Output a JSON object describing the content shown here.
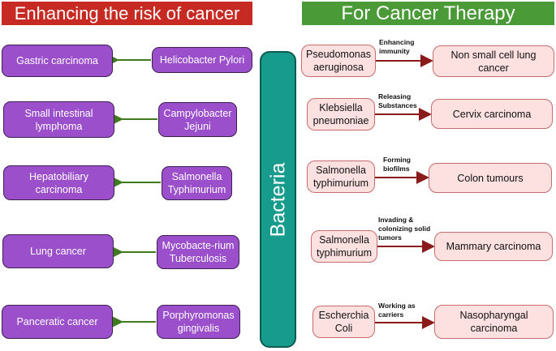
{
  "header_left": "Enhancing the risk of cancer",
  "header_right": "For Cancer Therapy",
  "center_label": "Bacteria",
  "risk": [
    {
      "cancer": "Gastric carcinoma",
      "bacterium": "Helicobacter Pylori"
    },
    {
      "cancer": "Small intestinal\nlymphoma",
      "bacterium": "Campylobacter\nJejuni"
    },
    {
      "cancer": "Hepatobiliary\ncarcinoma",
      "bacterium": "Salmonella\nTyphimurium"
    },
    {
      "cancer": "Lung cancer",
      "bacterium": "Mycobacte-rium\nTuberculosis"
    },
    {
      "cancer": "Panceratic cancer",
      "bacterium": "Porphyromonas\ngingivalis"
    }
  ],
  "therapy": [
    {
      "bacterium": "Pseudomonas\naeruginosa",
      "mechanism": "Enhancing\nimmunity",
      "cancer": "Non small cell lung\ncancer"
    },
    {
      "bacterium": "Klebsiella\npneumoniae",
      "mechanism": "Releasing\nSubstances",
      "cancer": "Cervix carcinoma"
    },
    {
      "bacterium": "Salmonella\ntyphimurium",
      "mechanism": "Forming\nbiofilms",
      "cancer": "Colon tumours"
    },
    {
      "bacterium": "Salmonella\ntyphimurium",
      "mechanism": "Invading &\ncolonizing solid\ntumors",
      "cancer": "Mammary carcinoma"
    },
    {
      "bacterium": "Escherchia\nColi",
      "mechanism": "Working as\ncarriers",
      "cancer": "Nasopharyngal\ncarcinoma"
    }
  ],
  "colors": {
    "risk_box": "#9b4fcb",
    "therapy_box": "#fde0e0",
    "bacteria_bar": "#169b8c",
    "risk_arrow": "#3f7a1e",
    "therapy_arrow": "#8b1a1a"
  }
}
